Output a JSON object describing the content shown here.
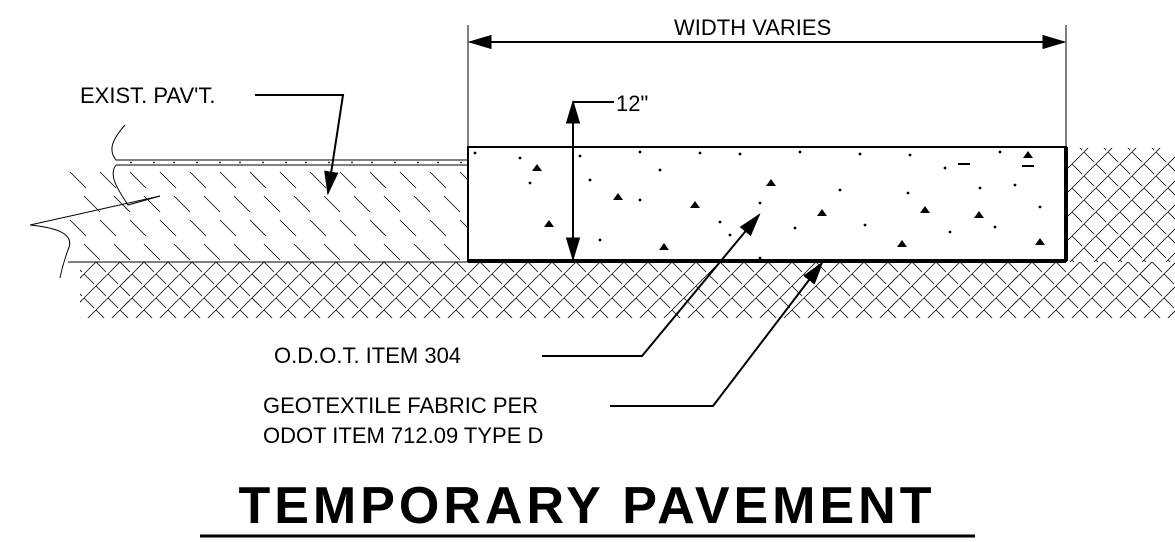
{
  "labels": {
    "width": "WIDTH VARIES",
    "depth": "12\"",
    "existing": "EXIST. PAV'T.",
    "item304": "O.D.O.T. ITEM 304",
    "geotextile_line1": "GEOTEXTILE FABRIC PER",
    "geotextile_line2": "ODOT ITEM 712.09 TYPE D"
  },
  "title": "TEMPORARY PAVEMENT"
}
